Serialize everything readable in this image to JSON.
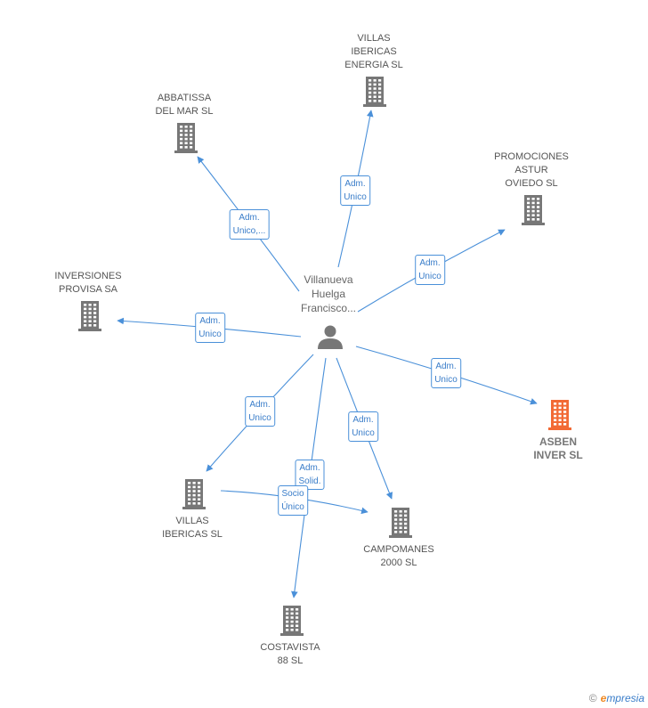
{
  "person": {
    "label": "Villanueva\nHuelga\nFrancisco..."
  },
  "companies": [
    {
      "id": "villas_energia",
      "label": "VILLAS\nIBERICAS\nENERGIA SL",
      "highlight": false
    },
    {
      "id": "abbatissa",
      "label": "ABBATISSA\nDEL MAR SL",
      "highlight": false
    },
    {
      "id": "promociones",
      "label": "PROMOCIONES\nASTUR\nOVIEDO SL",
      "highlight": false
    },
    {
      "id": "inversiones",
      "label": "INVERSIONES\nPROVISA SA",
      "highlight": false
    },
    {
      "id": "asben",
      "label": "ASBEN\nINVER SL",
      "highlight": true
    },
    {
      "id": "villas_ibericas",
      "label": "VILLAS\nIBERICAS SL",
      "highlight": false
    },
    {
      "id": "campomanes",
      "label": "CAMPOMANES\n2000  SL",
      "highlight": false
    },
    {
      "id": "costavista",
      "label": "COSTAVISTA\n88 SL",
      "highlight": false
    }
  ],
  "edges": [
    {
      "to": "villas_energia",
      "label": "Adm.\nUnico"
    },
    {
      "to": "abbatissa",
      "label": "Adm.\nUnico,..."
    },
    {
      "to": "promociones",
      "label": "Adm.\nUnico"
    },
    {
      "to": "inversiones",
      "label": "Adm.\nUnico"
    },
    {
      "to": "asben",
      "label": "Adm.\nUnico"
    },
    {
      "to": "villas_ibericas",
      "label": "Adm.\nUnico"
    },
    {
      "to": "campomanes",
      "label": "Adm.\nUnico"
    },
    {
      "to": "costavista",
      "label": "Adm.\nSolid."
    },
    {
      "to": "campomanes",
      "label": "Socio\nÚnico"
    }
  ],
  "colors": {
    "edge": "#4a90d9",
    "building": "#777777",
    "highlight": "#f26a35",
    "person": "#777777"
  },
  "footer": {
    "copyright": "©",
    "brand_initial": "e",
    "brand_rest": "mpresia"
  }
}
